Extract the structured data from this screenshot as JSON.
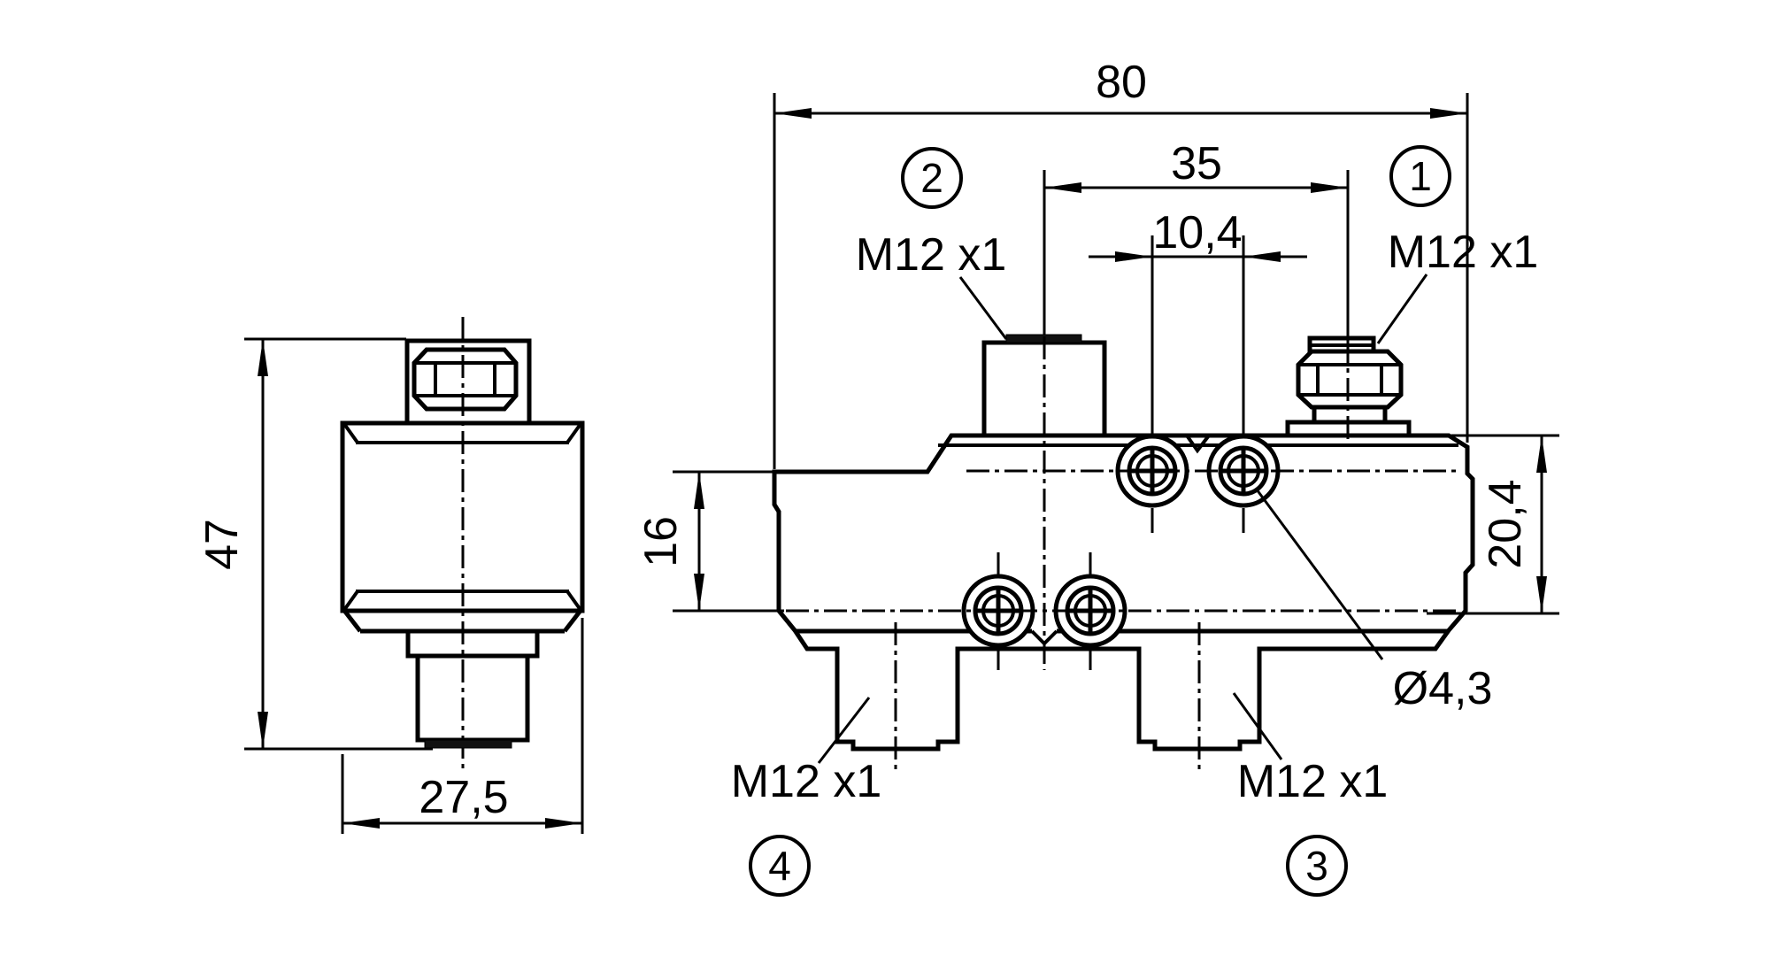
{
  "side_view": {
    "height": "47",
    "width": "27,5"
  },
  "front_view": {
    "overall_width": "80",
    "port_center_spacing": "35",
    "hole_spacing": "10,4",
    "left_axis_offset": "16",
    "right_height": "20,4",
    "hole_diameter": "Ø4,3"
  },
  "ports": {
    "p1": {
      "number": "1",
      "thread": "M12 x1"
    },
    "p2": {
      "number": "2",
      "thread": "M12 x1"
    },
    "p3": {
      "number": "3",
      "thread": "M12 x1"
    },
    "p4": {
      "number": "4",
      "thread": "M12 x1"
    }
  }
}
